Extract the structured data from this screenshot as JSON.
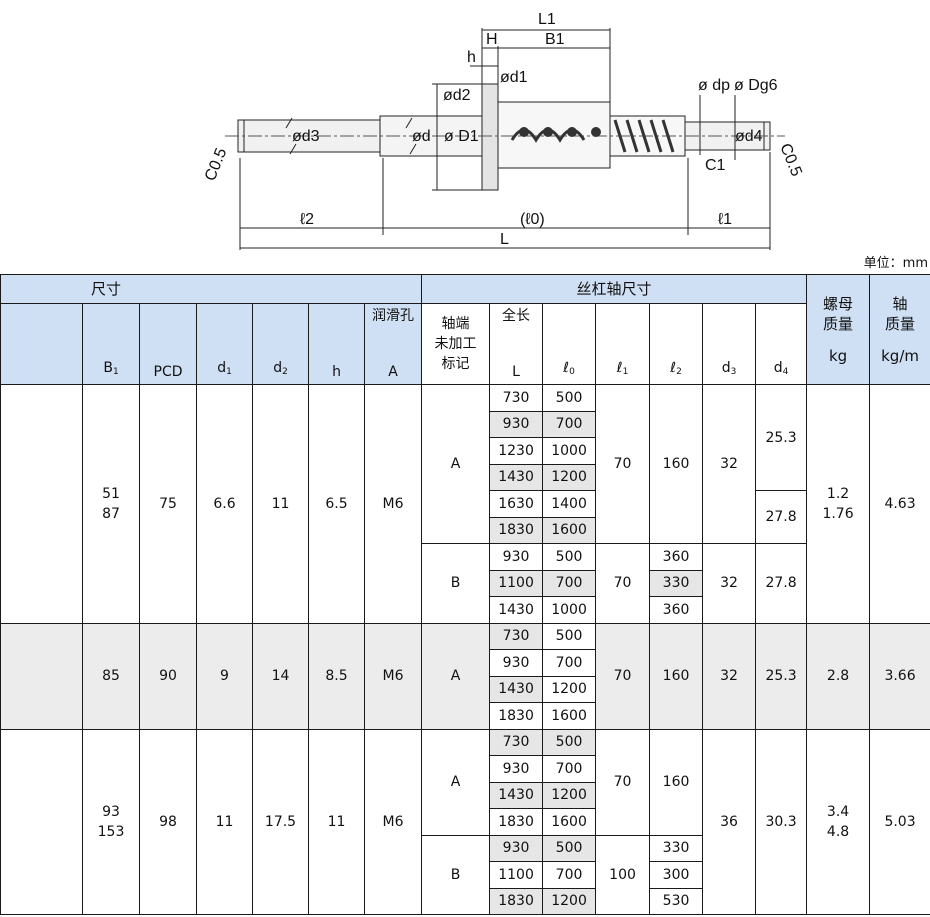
{
  "drawing": {
    "dim_L1": "L1",
    "dim_H": "H",
    "dim_B1": "B1",
    "dim_h": "h",
    "dim_d1": "ød1",
    "dim_d2": "ød2",
    "dim_dp": "ø dp",
    "dim_Dg6": "ø Dg6",
    "dim_d3": "ød3",
    "dim_d": "ød",
    "dim_D1": "ø D1",
    "dim_d4": "ød4",
    "chamfer_left": "C0.5",
    "chamfer_right": "C0.5",
    "dim_C1": "C1",
    "dim_l2": "ℓ2",
    "dim_l0": "(ℓ0)",
    "dim_l1": "ℓ1",
    "dim_L": "L"
  },
  "unit_note": "单位：mm",
  "table": {
    "group_size": "尺寸",
    "group_shaft": "丝杠轴尺寸",
    "nut_mass_top": "螺母",
    "nut_mass_mid": "质量",
    "nut_mass_unit": "kg",
    "shaft_mass_top": "轴",
    "shaft_mass_mid": "质量",
    "shaft_mass_unit": "kg/m",
    "col_B1": "B",
    "col_B1_sub": "1",
    "col_PCD": "PCD",
    "col_d1": "d",
    "col_d1_sub": "1",
    "col_d2": "d",
    "col_d2_sub": "2",
    "col_h": "h",
    "col_lube_top": "润滑孔",
    "col_lube_bot": "A",
    "col_endmark_1": "轴端",
    "col_endmark_2": "未加工",
    "col_endmark_3": "标记",
    "col_len_top": "全长",
    "col_L": "L",
    "col_l0": "ℓ",
    "col_l0_sub": "0",
    "col_l1": "ℓ",
    "col_l1_sub": "1",
    "col_l2": "ℓ",
    "col_l2_sub": "2",
    "col_d3": "d",
    "col_d3_sub": "3",
    "col_d4": "d",
    "col_d4_sub": "4",
    "g1": {
      "B1_a": "51",
      "B1_b": "87",
      "PCD": "75",
      "d1": "6.6",
      "d2": "11",
      "h": "6.5",
      "A": "M6",
      "markA": "A",
      "markB": "B",
      "rowsA": [
        [
          "730",
          "500"
        ],
        [
          "930",
          "700"
        ],
        [
          "1230",
          "1000"
        ],
        [
          "1430",
          "1200"
        ],
        [
          "1630",
          "1400"
        ],
        [
          "1830",
          "1600"
        ]
      ],
      "rowsB": [
        [
          "930",
          "500",
          "360"
        ],
        [
          "1100",
          "700",
          "330"
        ],
        [
          "1430",
          "1000",
          "360"
        ]
      ],
      "A_l1": "70",
      "A_l2": "160",
      "A_d3": "32",
      "A_d4_a": "25.3",
      "A_d4_b": "27.8",
      "B_l1": "70",
      "B_d3": "32",
      "B_d4": "27.8",
      "nut_a": "1.2",
      "nut_b": "1.76",
      "shaft": "4.63"
    },
    "g2": {
      "B1": "85",
      "PCD": "90",
      "d1": "9",
      "d2": "14",
      "h": "8.5",
      "A": "M6",
      "mark": "A",
      "rows": [
        [
          "730",
          "500"
        ],
        [
          "930",
          "700"
        ],
        [
          "1430",
          "1200"
        ],
        [
          "1830",
          "1600"
        ]
      ],
      "l1": "70",
      "l2": "160",
      "d3": "32",
      "d4": "25.3",
      "nut": "2.8",
      "shaft": "3.66"
    },
    "g3": {
      "B1_a": "93",
      "B1_b": "153",
      "PCD": "98",
      "d1": "11",
      "d2": "17.5",
      "h": "11",
      "A": "M6",
      "markA": "A",
      "markB": "B",
      "rowsA": [
        [
          "730",
          "500"
        ],
        [
          "930",
          "700"
        ],
        [
          "1430",
          "1200"
        ],
        [
          "1830",
          "1600"
        ]
      ],
      "rowsB": [
        [
          "930",
          "500",
          "330"
        ],
        [
          "1100",
          "700",
          "300"
        ],
        [
          "1830",
          "1200",
          "530"
        ]
      ],
      "A_l1": "70",
      "A_l2": "160",
      "B_l1": "100",
      "d3": "36",
      "d4": "30.3",
      "nut_a": "3.4",
      "nut_b": "4.8",
      "shaft": "5.03"
    }
  }
}
